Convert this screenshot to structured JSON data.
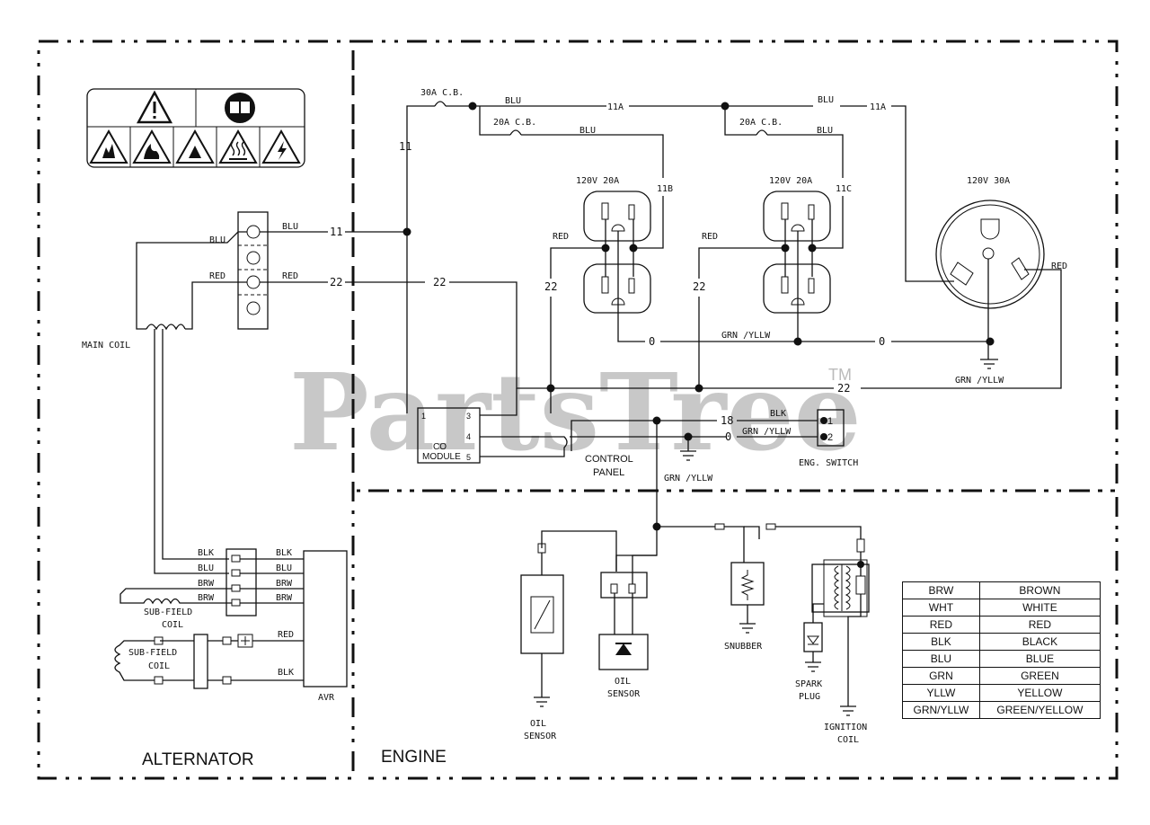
{
  "sections": {
    "alternator": "ALTERNATOR",
    "engine": "ENGINE"
  },
  "watermark": {
    "text": "PartsTree",
    "tm": "TM"
  },
  "breakers": {
    "main": "30A C.B.",
    "left": "20A C.B.",
    "right": "20A C.B."
  },
  "outlets": {
    "left": "120V 20A",
    "middle": "120V 20A",
    "twistlock": "120V 30A"
  },
  "wire_ids": {
    "w11": "11",
    "w11a": "11A",
    "w11b": "11B",
    "w11c": "11C",
    "w22": "22",
    "w0": "0",
    "w18": "18"
  },
  "wire_colors": {
    "blu": "BLU",
    "red": "RED",
    "blk": "BLK",
    "brw": "BRW",
    "grn_yllw": "GRN /YLLW"
  },
  "components": {
    "main_coil": "MAIN COIL",
    "co_module_line1": "CO",
    "co_module_line2": "MODULE",
    "co_pins": [
      "1",
      "3",
      "4",
      "5"
    ],
    "control_panel_line1": "CONTROL",
    "control_panel_line2": "PANEL",
    "eng_switch": "ENG. SWITCH",
    "switch_pins": [
      "1",
      "2"
    ],
    "sub_field_coil_1a": "SUB-FIELD",
    "sub_field_coil_1b": "COIL",
    "sub_field_coil_2a": "SUB-FIELD",
    "sub_field_coil_2b": "COIL",
    "avr": "AVR",
    "oil_sensor_1a": "OIL",
    "oil_sensor_1b": "SENSOR",
    "oil_sensor_2a": "OIL",
    "oil_sensor_2b": "SENSOR",
    "snubber": "SNUBBER",
    "spark_plug_a": "SPARK",
    "spark_plug_b": "PLUG",
    "ignition_coil_a": "IGNITION",
    "ignition_coil_b": "COIL"
  },
  "legend": [
    [
      "BRW",
      "BROWN"
    ],
    [
      "WHT",
      "WHITE"
    ],
    [
      "RED",
      "RED"
    ],
    [
      "BLK",
      "BLACK"
    ],
    [
      "BLU",
      "BLUE"
    ],
    [
      "GRN",
      "GREEN"
    ],
    [
      "YLLW",
      "YELLOW"
    ],
    [
      "GRN/YLLW",
      "GREEN/YELLOW"
    ]
  ],
  "icons": {
    "warning": "warning-triangle-icon",
    "manual": "read-manual-icon",
    "hazards": [
      "explosion-hazard-icon",
      "fire-hazard-icon",
      "burn-hazard-icon",
      "hot-surface-icon",
      "shock-hazard-icon"
    ]
  }
}
